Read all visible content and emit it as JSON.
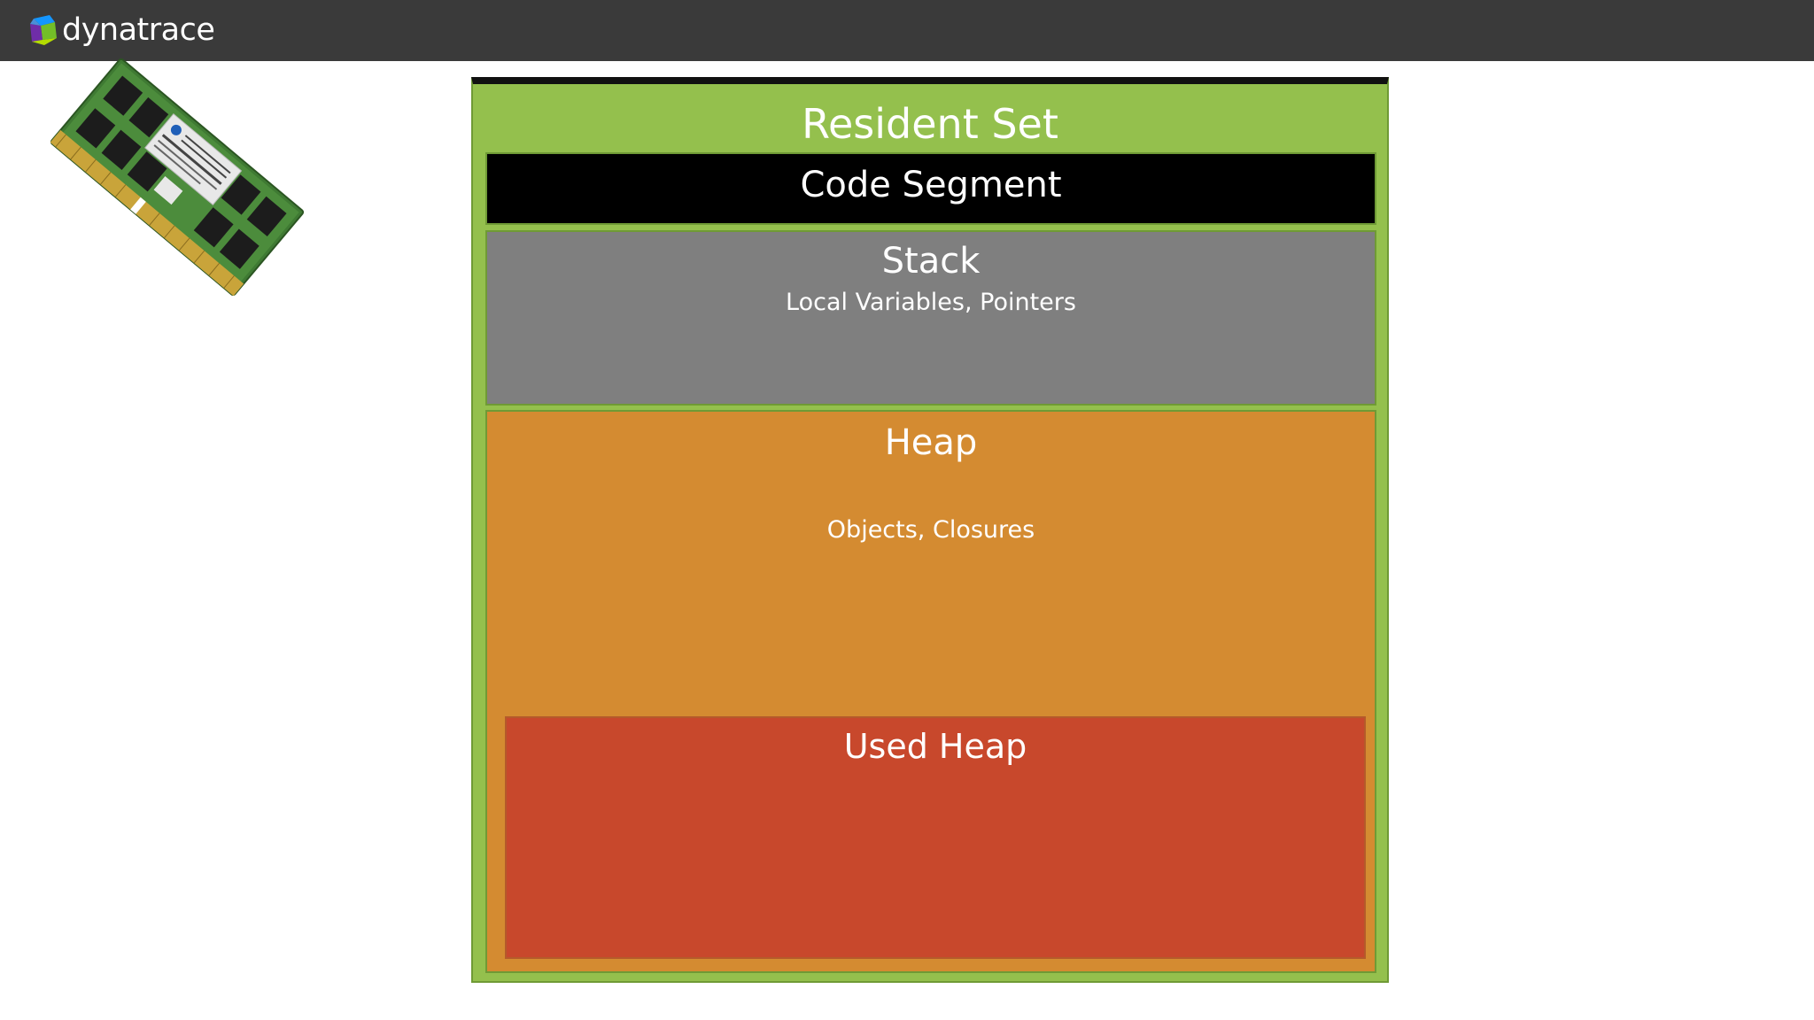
{
  "brand": {
    "name": "dynatrace",
    "colors": {
      "topbar": "#3a3a3a",
      "logo_green": "#73be28",
      "logo_blue": "#1496ff",
      "logo_purple": "#6f2da8",
      "logo_lime": "#b4dc00"
    }
  },
  "image": {
    "icon": "ram-module-icon"
  },
  "diagram": {
    "resident_set": {
      "label": "Resident Set",
      "color": "#94c04d"
    },
    "code_segment": {
      "label": "Code Segment",
      "color": "#000000"
    },
    "stack": {
      "label": "Stack",
      "sublabel": "Local Variables, Pointers",
      "color": "#7f7f7f"
    },
    "heap": {
      "label": "Heap",
      "sublabel": "Objects, Closures",
      "color": "#d48b31"
    },
    "used_heap": {
      "label": "Used Heap",
      "color": "#c8482c"
    }
  }
}
